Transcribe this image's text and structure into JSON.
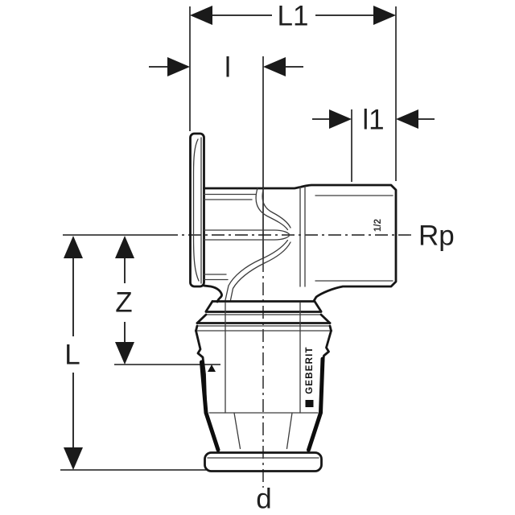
{
  "drawing": {
    "type": "technical-dimension-drawing",
    "subject": "wall elbow pipe fitting, side section view",
    "dims": {
      "l1": "L1",
      "i": "l",
      "i1": "l1",
      "rp": "Rp",
      "z": "Z",
      "l": "L",
      "d": "d"
    },
    "fitting": {
      "thread_size": "1/2",
      "brand": "GEBERIT"
    },
    "colors": {
      "background": "#ffffff",
      "outline": "#161616",
      "thin_line": "#3c3c3c",
      "dimension_line": "#1a1a1a",
      "text": "#1f1f1f"
    }
  }
}
